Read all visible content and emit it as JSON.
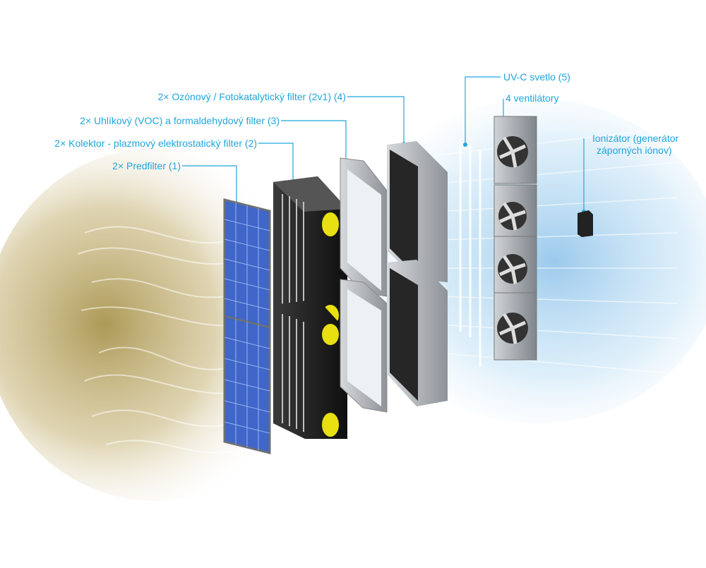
{
  "labels": {
    "prefilter": "2× Predfilter (1)",
    "collector": "2× Kolektor - plazmový elektrostatický filter (2)",
    "carbon": "2× Uhlíkový (VOC) a formaldehydový filter (3)",
    "ozone": "2× Ozónový / Fotokatalytický filter (2v1) (4)",
    "uvc": "UV-C svetlo (5)",
    "fans": "4 ventilátory",
    "ionizer_line1": "Ionizátor (generátor",
    "ionizer_line2": "záporných iónov)"
  },
  "colors": {
    "accent": "#1fa6dc",
    "dirty_air": "#b8a468",
    "clean_air": "#8fc8ec",
    "prefilter_mesh": "#3f66c8",
    "collector_body": "#1c1c1c",
    "collector_knob": "#e8e010",
    "frame_gray": "#a8adb3",
    "dark_filter": "#262626"
  },
  "icons": [
    "fan-icon",
    "ionizer-icon",
    "uv-lamp-icon"
  ]
}
